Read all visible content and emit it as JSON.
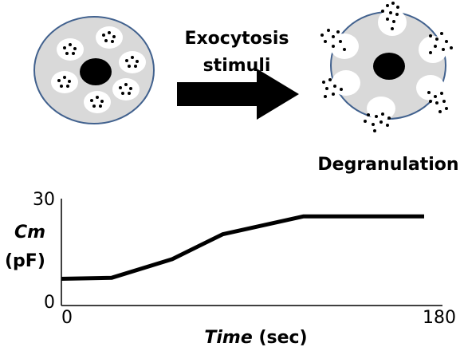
{
  "diagram": {
    "arrow_label_line1": "Exocytosis",
    "arrow_label_line2": "stimuli",
    "right_caption": "Degranulation"
  },
  "chart_data": {
    "type": "line",
    "title": "",
    "ylabel_line1": "Cm",
    "ylabel_line2": "(pF)",
    "xlabel_main": "Time",
    "xlabel_unit": " (sec)",
    "xlim": [
      0,
      180
    ],
    "ylim": [
      0,
      30
    ],
    "x_ticks": [
      "0",
      "180"
    ],
    "y_ticks": [
      "0",
      "30"
    ],
    "grid": false,
    "series": [
      {
        "x": [
          0,
          25,
          55,
          80,
          120,
          180
        ],
        "y": [
          7.5,
          7.8,
          13,
          20,
          25,
          25
        ]
      }
    ]
  },
  "colors": {
    "cell_fill": "#d9d9d9",
    "cell_border": "#41618e",
    "granule_fill": "#ffffff",
    "nucleus": "#000000",
    "line": "#000000"
  }
}
